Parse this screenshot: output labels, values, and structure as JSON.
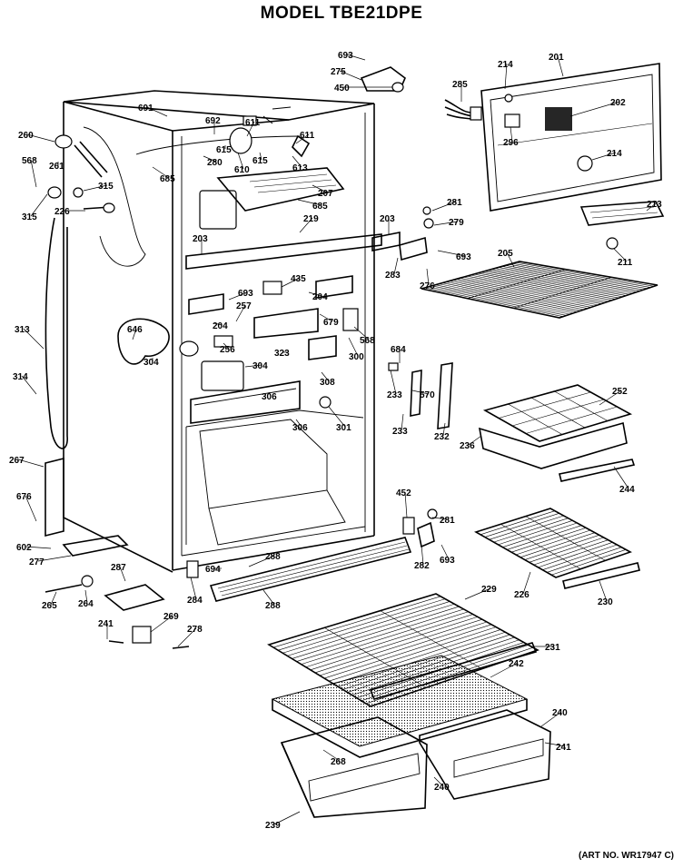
{
  "title": "MODEL TBE21DPE",
  "art_number": "(ART NO. WR17947 C)",
  "part_labels": [
    "693",
    "275",
    "450",
    "691",
    "692",
    "611",
    "611",
    "610",
    "615",
    "615",
    "613",
    "280",
    "685",
    "207",
    "685",
    "260",
    "568",
    "261",
    "315",
    "315",
    "226",
    "219",
    "203",
    "203",
    "283",
    "693",
    "201",
    "214",
    "202",
    "214",
    "285",
    "296",
    "213",
    "281",
    "279",
    "211",
    "205",
    "276",
    "435",
    "204",
    "204",
    "693",
    "257",
    "679",
    "568",
    "646",
    "256",
    "300",
    "304",
    "304",
    "323",
    "308",
    "313",
    "314",
    "684",
    "233",
    "570",
    "232",
    "233",
    "252",
    "306",
    "306",
    "301",
    "236",
    "244",
    "267",
    "452",
    "281",
    "676",
    "282",
    "693",
    "226",
    "230",
    "602",
    "277",
    "288",
    "288",
    "284",
    "694",
    "287",
    "265",
    "264",
    "229",
    "231",
    "242",
    "240",
    "241",
    "269",
    "278",
    "268",
    "239",
    "240",
    "241"
  ]
}
